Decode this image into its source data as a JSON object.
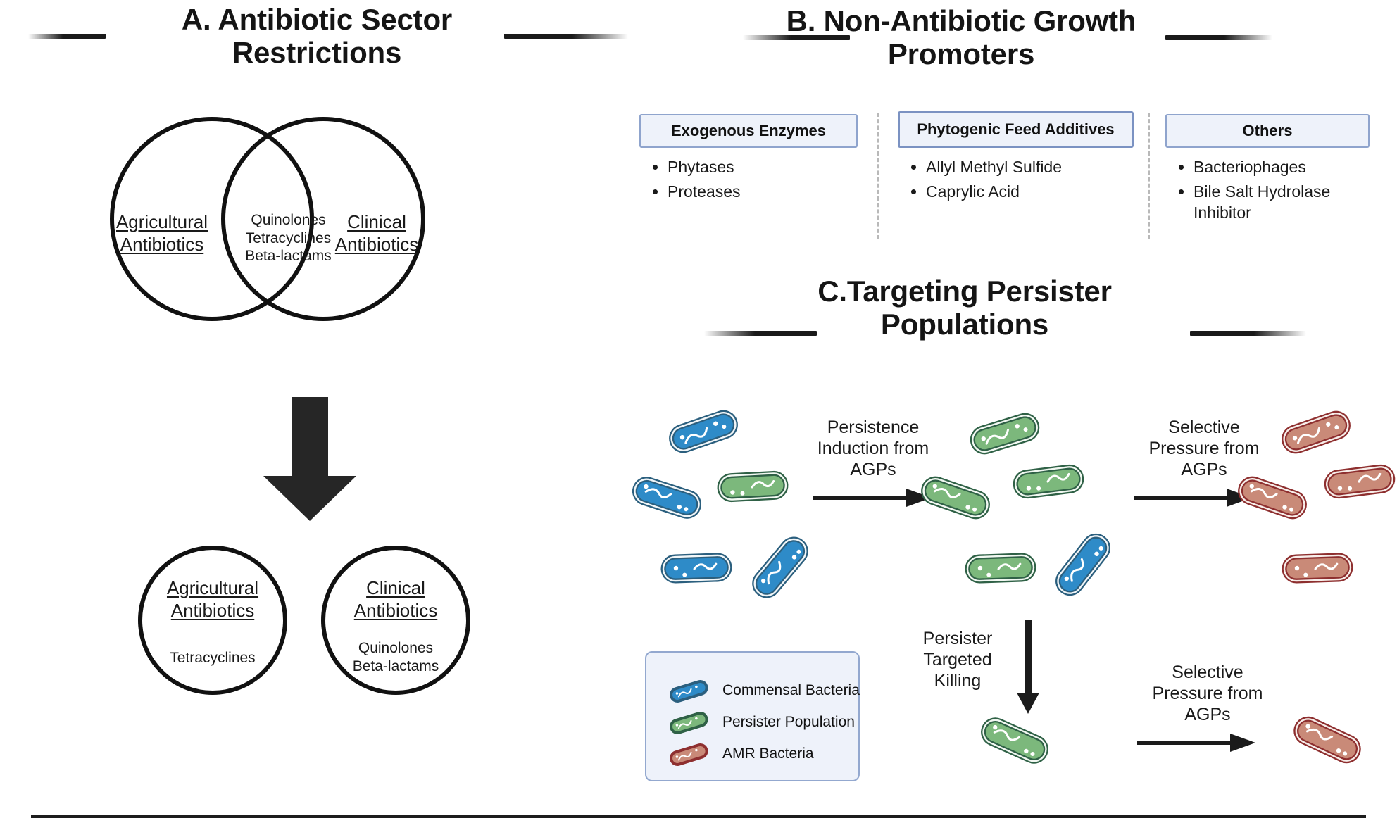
{
  "panels": {
    "a": {
      "title": "A. Antibiotic Sector Restrictions",
      "venn": {
        "left_label_line1": "Agricultural",
        "left_label_line2": "Antibiotics",
        "right_label_line1": "Clinical",
        "right_label_line2": "Antibiotics",
        "overlap_items": [
          "Quinolones",
          "Tetracyclines",
          "Beta-lactams"
        ]
      },
      "arrow_name": "downward-block-arrow",
      "outcome": {
        "left": {
          "title_line1": "Agricultural",
          "title_line2": "Antibiotics",
          "items": [
            "Tetracyclines"
          ]
        },
        "right": {
          "title_line1": "Clinical",
          "title_line2": "Antibiotics",
          "items": [
            "Quinolones",
            "Beta-lactams"
          ]
        }
      }
    },
    "b": {
      "title": "B. Non-Antibiotic Growth Promoters",
      "categories": [
        {
          "heading": "Exogenous Enzymes",
          "items": [
            "Phytases",
            "Proteases"
          ]
        },
        {
          "heading": "Phytogenic Feed Additives",
          "items": [
            "Allyl Methyl Sulfide",
            "Caprylic Acid"
          ]
        },
        {
          "heading": "Others",
          "items": [
            "Bacteriophages",
            "Bile Salt Hydrolase Inhibitor"
          ]
        }
      ]
    },
    "c": {
      "title": "C.Targeting Persister Populations",
      "transitions": [
        {
          "id": "persistence-induction",
          "label": "Persistence Induction from AGPs",
          "direction": "right"
        },
        {
          "id": "selective-pressure-top",
          "label": "Selective Pressure from AGPs",
          "direction": "right"
        },
        {
          "id": "persister-targeted-killing",
          "label": "Persister Targeted Killing",
          "direction": "down"
        },
        {
          "id": "selective-pressure-bottom",
          "label": "Selective Pressure from AGPs",
          "direction": "right"
        }
      ],
      "legend": {
        "items": [
          {
            "swatch": "commensal",
            "label": "Commensal Bacteria"
          },
          {
            "swatch": "persister",
            "label": "Persister Population"
          },
          {
            "swatch": "amr",
            "label": "AMR Bacteria"
          }
        ]
      },
      "populations": {
        "stage1_commensal_blue": 4,
        "stage1_persister_green": 1,
        "stage2_persister_green": 4,
        "stage2_commensal_blue": 1,
        "stage3_amr_red": 4,
        "stage4_persister_green": 1,
        "stage5_amr_red": 1
      }
    }
  },
  "colors": {
    "commensal_fill": "#2E8BC8",
    "commensal_stroke": "#2B5F7E",
    "persister_fill": "#7CB87C",
    "persister_stroke": "#2F6146",
    "amr_fill": "#C98A78",
    "amr_stroke": "#8E2F2F",
    "box_fill": "#EEF2FA",
    "box_border": "#8FA4CD",
    "ink": "#1A1A1A"
  }
}
